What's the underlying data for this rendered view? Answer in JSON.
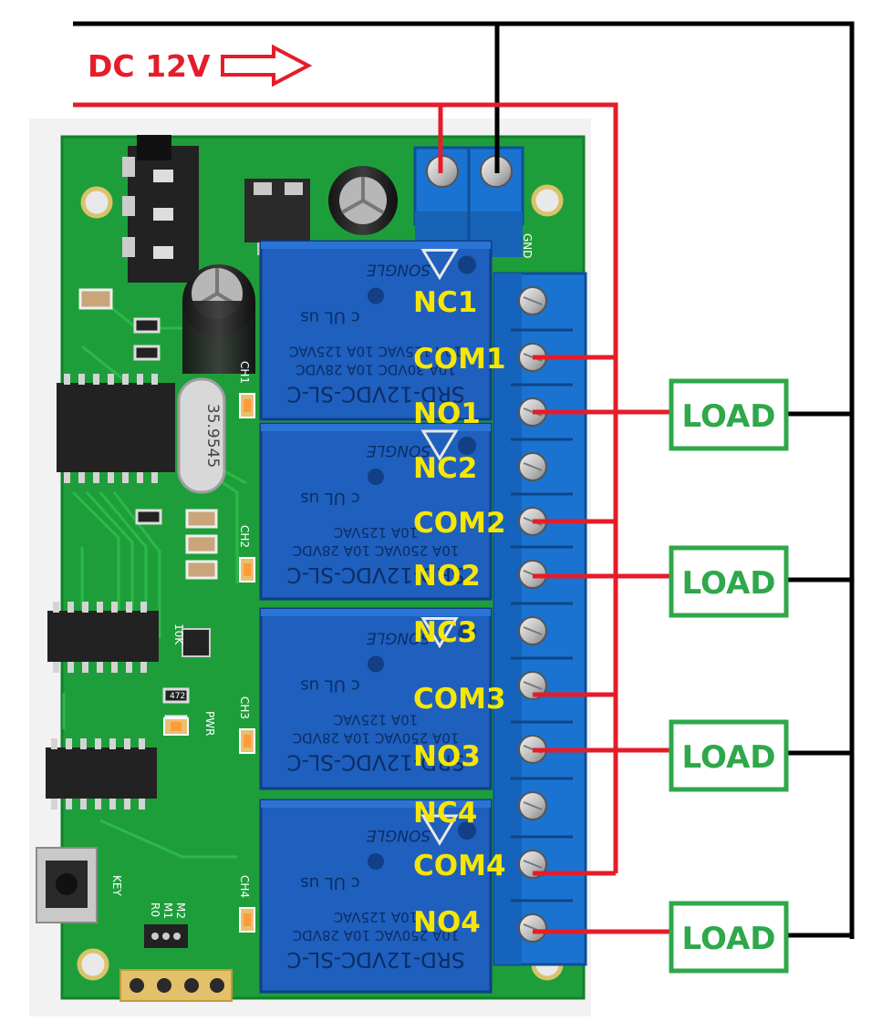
{
  "header": {
    "power_label": "DC 12V",
    "gnd_silk": "GND"
  },
  "colors": {
    "positive_wire": "#e51c2a",
    "negative_wire": "#000000",
    "terminal_label": "#f6e600",
    "load_box": "#2ea84a",
    "pcb": "#1e9e3a",
    "relay": "#1f5fbd",
    "terminal_block": "#1a73d1"
  },
  "relays": [
    {
      "ch": "CH1",
      "model": "SRD-12VDC-SL-C",
      "rating_1": "10A 30VDC  10A 28VDC",
      "rating_2": "10A 125VAC  10A 125VAC",
      "brand": "SONGLE",
      "ul": "c UL us"
    },
    {
      "ch": "CH2",
      "model": "SRD-12VDC-SL-C",
      "rating_1": "10A 250VAC  10A 28VDC",
      "rating_2": "10A 125VAC",
      "brand": "SONGLE",
      "ul": "c UL us"
    },
    {
      "ch": "CH3",
      "model": "SRD-12VDC-SL-C",
      "rating_1": "10A 250VAC  10A 28VDC",
      "rating_2": "10A 125VAC",
      "brand": "SONGLE",
      "ul": "c UL us"
    },
    {
      "ch": "CH4",
      "model": "SRD-12VDC-SL-C",
      "rating_1": "10A 250VAC  10A 28VDC",
      "rating_2": "10A 125VAC",
      "brand": "SONGLE",
      "ul": "c UL us"
    }
  ],
  "terminals": [
    "NC1",
    "COM1",
    "NO1",
    "NC2",
    "COM2",
    "NO2",
    "NC3",
    "COM3",
    "NO3",
    "NC4",
    "COM4",
    "NO4"
  ],
  "loads": [
    "LOAD",
    "LOAD",
    "LOAD",
    "LOAD"
  ],
  "board": {
    "crystal": "35.9545",
    "key": "KEY",
    "pwr": "PWR",
    "res": "10K",
    "res2": "472",
    "pins": [
      "R0",
      "M1",
      "M2"
    ]
  }
}
